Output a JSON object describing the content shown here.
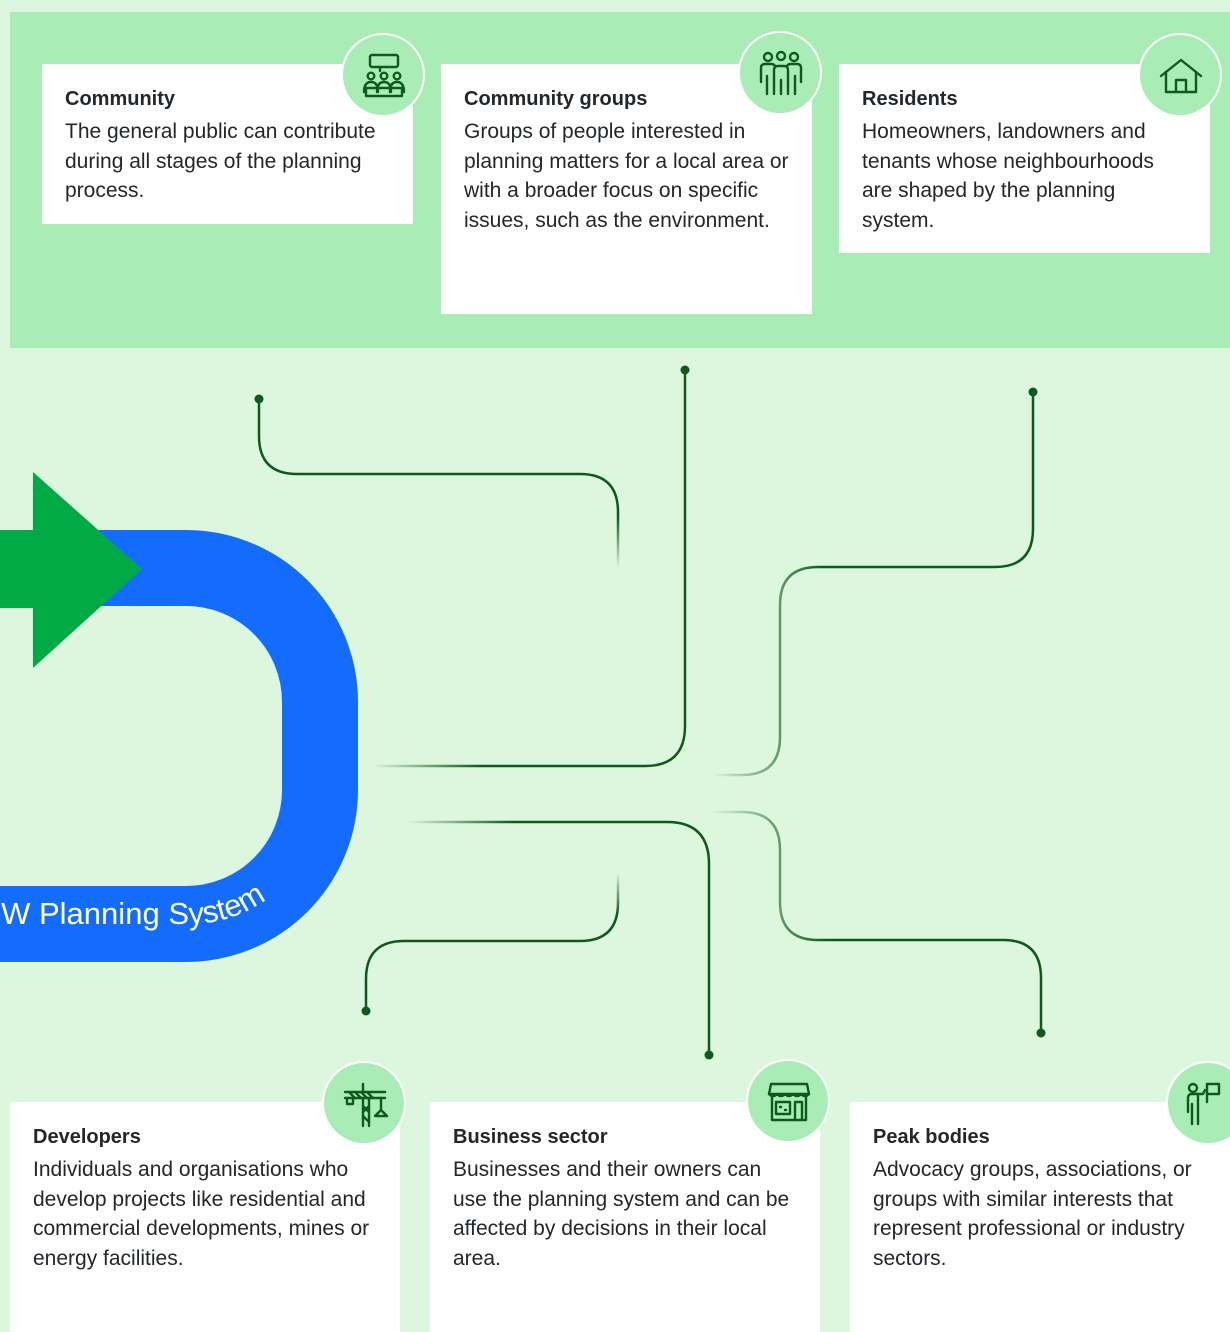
{
  "colors": {
    "band": "#a9ecb6",
    "background": "#ddf7de",
    "loop": "#146cfd",
    "arrow": "#00aa45",
    "line": "#0e5a1a",
    "icon": "#0e5a1a"
  },
  "planning_system": {
    "label": "NSW Planning System"
  },
  "stakeholders": {
    "community": {
      "title": "Community",
      "text": "The general public can contribute during all stages of the planning process.",
      "icon": "presentation-audience-icon"
    },
    "community_groups": {
      "title": "Community groups",
      "text": "Groups of people interested in planning matters for a local area or with a broader focus on specific issues, such as the environment.",
      "icon": "people-group-icon"
    },
    "residents": {
      "title": "Residents",
      "text": "Homeowners, landowners and tenants whose neighbourhoods are shaped by the planning system.",
      "icon": "house-icon"
    },
    "developers": {
      "title": "Developers",
      "text": "Individuals and organisations who develop projects like residential and commercial developments, mines or energy facilities.",
      "icon": "construction-crane-icon"
    },
    "business_sector": {
      "title": "Business sector",
      "text": "Businesses and their owners can use the planning system and can be affected by decisions in their local area.",
      "icon": "shopfront-icon"
    },
    "peak_bodies": {
      "title": "Peak bodies",
      "text": "Advocacy groups, associations, or groups with similar interests that represent professional or industry sectors.",
      "icon": "person-flag-icon"
    }
  }
}
